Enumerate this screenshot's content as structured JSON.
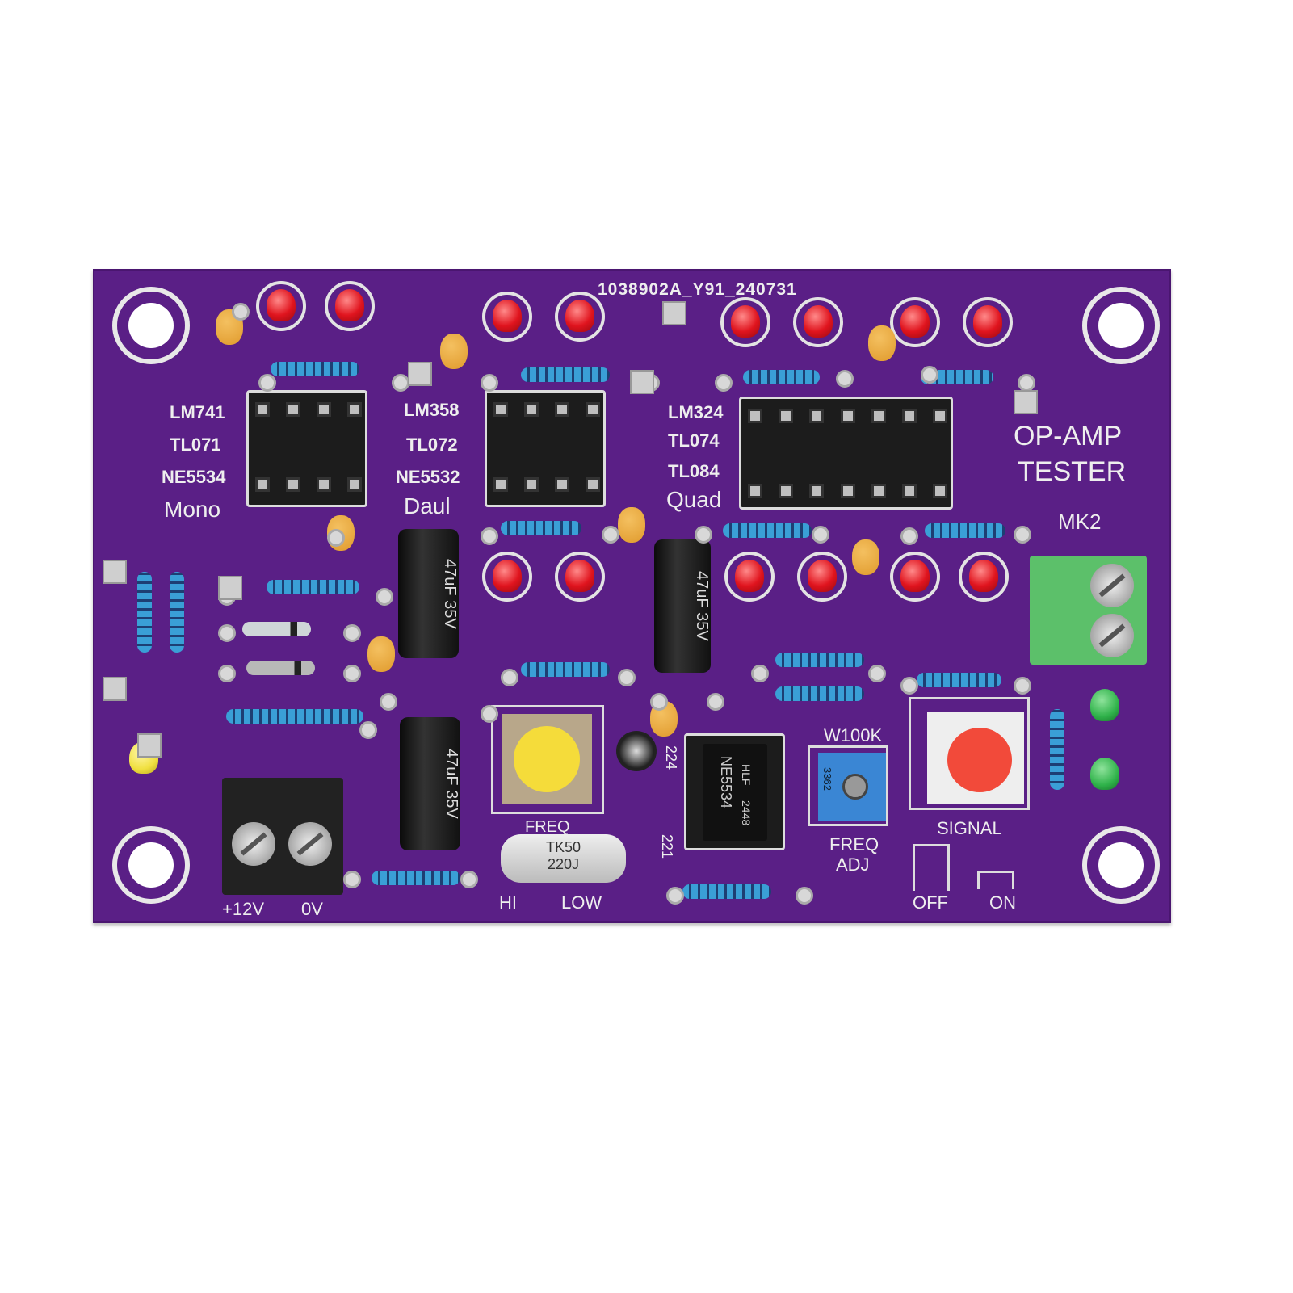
{
  "board": {
    "color": "#5a1f86",
    "serial": "1038902A_Y91_240731",
    "title_line1": "OP-AMP",
    "title_line2": "TESTER",
    "model": "MK2"
  },
  "sockets": [
    {
      "labels": [
        "LM741",
        "TL071",
        "NE5534"
      ],
      "type": "Mono"
    },
    {
      "labels": [
        "LM358",
        "TL072",
        "NE5532"
      ],
      "type": "Daul"
    },
    {
      "labels": [
        "LM324",
        "TL074",
        "TL084"
      ],
      "type": "Quad"
    }
  ],
  "chip": {
    "marking": "NE5534",
    "brand": "HLF",
    "code": "2448"
  },
  "trimmer": {
    "label": "W100K",
    "marking": "3362",
    "caption_line1": "FREQ",
    "caption_line2": "ADJ",
    "color": "#3a86d4"
  },
  "buttons": {
    "freq": {
      "label": "FREQ",
      "cap_color": "#f5dc3a"
    },
    "signal": {
      "label": "SIGNAL",
      "cap_color": "#f24a3a"
    }
  },
  "switch_legend": {
    "off": "OFF",
    "on": "ON"
  },
  "range": {
    "hi": "HI",
    "low": "LOW"
  },
  "power": {
    "plus": "+12V",
    "zero": "0V"
  },
  "capacitors": {
    "electrolytic": "47uF 35V",
    "film": "TK50",
    "film_value": "220J",
    "c1": "224",
    "c2": "221"
  },
  "led_colors": {
    "red": "#e0141e",
    "green": "#2fb24a",
    "yellow": "#f0e040"
  },
  "terminal_colors": {
    "output": "#5cc06a",
    "power": "#222222"
  }
}
